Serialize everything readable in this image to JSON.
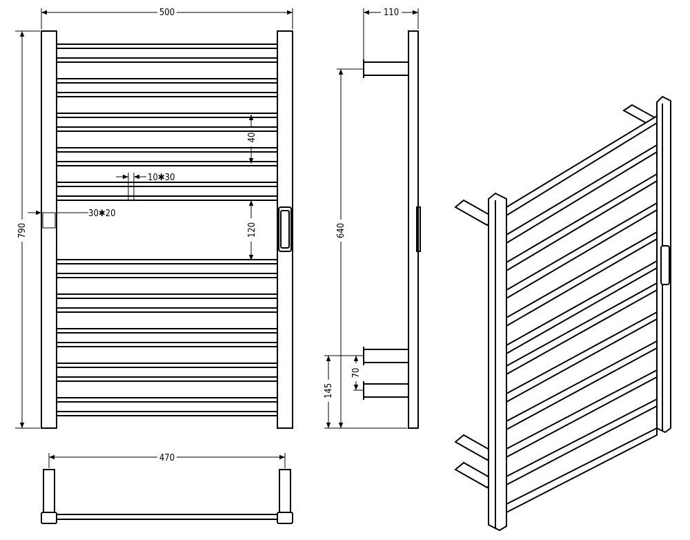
{
  "dimensions": {
    "overall_width": "500",
    "overall_height": "790",
    "depth": "110",
    "rail_gap": "40",
    "rail_section": "10✱30",
    "post_section": "30✱20",
    "middle_gap": "120",
    "bracket_span": "640",
    "bottom_offset": "145",
    "bracket_gap": "70",
    "inner_width": "470"
  }
}
